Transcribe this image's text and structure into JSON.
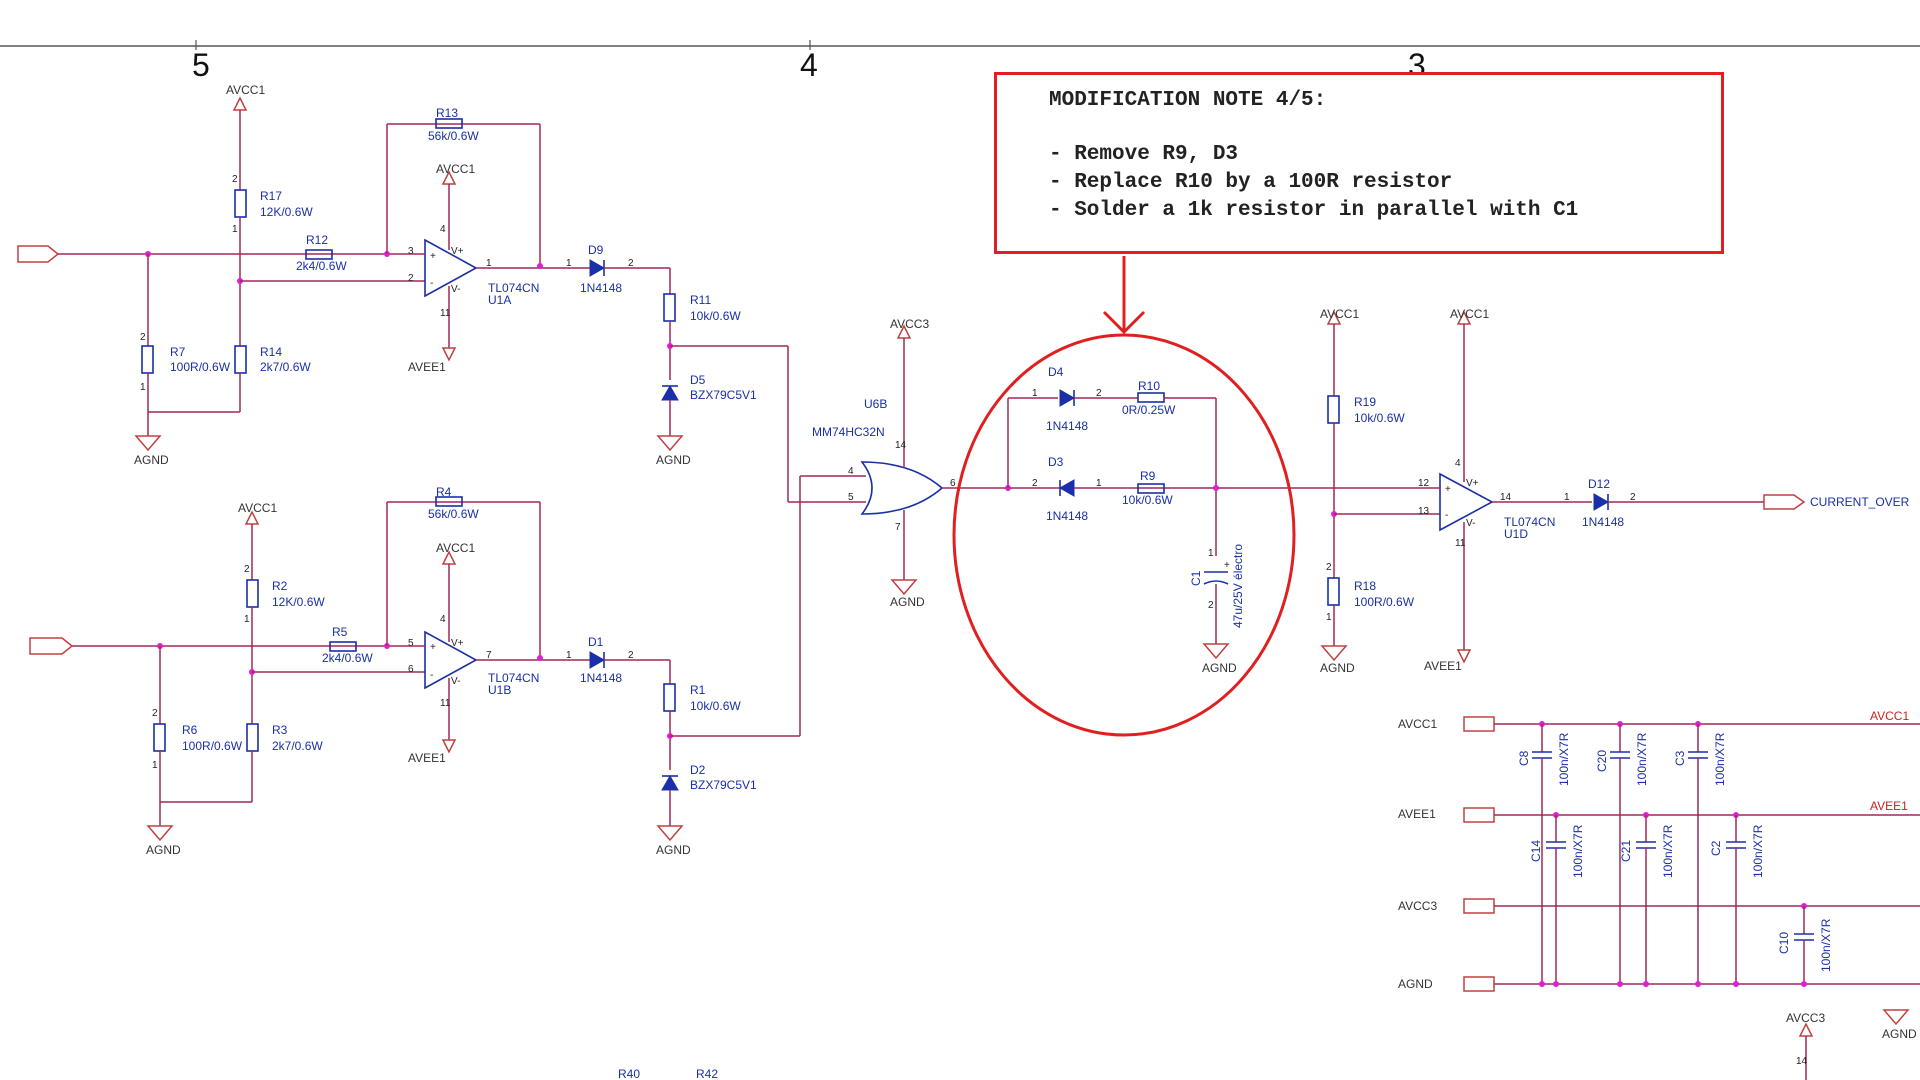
{
  "zones": [
    "5",
    "4",
    "3"
  ],
  "note": {
    "title": "MODIFICATION NOTE 4/5:",
    "lines": [
      "- Remove R9, D3",
      "- Replace R10 by a 100R resistor",
      "- Solder a 1k resistor in parallel with C1"
    ]
  },
  "power": {
    "avcc1": "AVCC1",
    "avee1": "AVEE1",
    "avcc3": "AVCC3",
    "agnd": "AGND"
  },
  "components": {
    "r13": {
      "ref": "R13",
      "val": "56k/0.6W"
    },
    "r17": {
      "ref": "R17",
      "val": "12K/0.6W"
    },
    "r12": {
      "ref": "R12",
      "val": "2k4/0.6W"
    },
    "r7": {
      "ref": "R7",
      "val": "100R/0.6W"
    },
    "r14": {
      "ref": "R14",
      "val": "2k7/0.6W"
    },
    "u1a": {
      "ref": "U1A",
      "val": "TL074CN"
    },
    "d9": {
      "ref": "D9",
      "val": "1N4148"
    },
    "r11": {
      "ref": "R11",
      "val": "10k/0.6W"
    },
    "d5": {
      "ref": "D5",
      "val": "BZX79C5V1"
    },
    "r4": {
      "ref": "R4",
      "val": "56k/0.6W"
    },
    "r2": {
      "ref": "R2",
      "val": "12K/0.6W"
    },
    "r5": {
      "ref": "R5",
      "val": "2k4/0.6W"
    },
    "r6": {
      "ref": "R6",
      "val": "100R/0.6W"
    },
    "r3": {
      "ref": "R3",
      "val": "2k7/0.6W"
    },
    "u1b": {
      "ref": "U1B",
      "val": "TL074CN"
    },
    "d1": {
      "ref": "D1",
      "val": "1N4148"
    },
    "r1": {
      "ref": "R1",
      "val": "10k/0.6W"
    },
    "d2": {
      "ref": "D2",
      "val": "BZX79C5V1"
    },
    "u6b": {
      "ref": "U6B",
      "val": "MM74HC32N"
    },
    "d4": {
      "ref": "D4",
      "val": "1N4148"
    },
    "r10": {
      "ref": "R10",
      "val": "0R/0.25W"
    },
    "d3": {
      "ref": "D3",
      "val": "1N4148"
    },
    "r9": {
      "ref": "R9",
      "val": "10k/0.6W"
    },
    "c1": {
      "ref": "C1",
      "val": "47u/25V électro"
    },
    "r19": {
      "ref": "R19",
      "val": "10k/0.6W"
    },
    "r18": {
      "ref": "R18",
      "val": "100R/0.6W"
    },
    "u1d": {
      "ref": "U1D",
      "val": "TL074CN"
    },
    "d12": {
      "ref": "D12",
      "val": "1N4148"
    },
    "c8": {
      "ref": "C8",
      "val": "100n/X7R"
    },
    "c20": {
      "ref": "C20",
      "val": "100n/X7R"
    },
    "c3": {
      "ref": "C3",
      "val": "100n/X7R"
    },
    "c14": {
      "ref": "C14",
      "val": "100n/X7R"
    },
    "c21": {
      "ref": "C21",
      "val": "100n/X7R"
    },
    "c2": {
      "ref": "C2",
      "val": "100n/X7R"
    },
    "c10": {
      "ref": "C10",
      "val": "100n/X7R"
    },
    "r40": {
      "ref": "R40"
    },
    "r42": {
      "ref": "R42"
    }
  },
  "nets": {
    "current_over": "CURRENT_OVER",
    "avcc1": "AVCC1",
    "avee1": "AVEE1"
  }
}
